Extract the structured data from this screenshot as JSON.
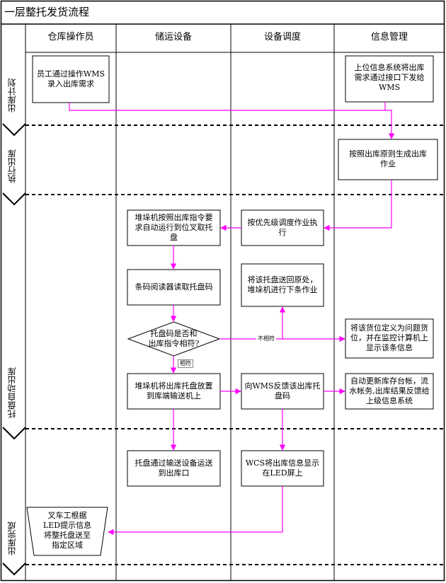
{
  "title": "一层整托发货流程",
  "lanes": [
    "仓库操作员",
    "储运设备",
    "设备调度",
    "信息管理"
  ],
  "phases": [
    "出库计划",
    "执行出库",
    "托盘自动出库",
    "出库完成"
  ],
  "nodes": {
    "wms_input": "员工通过操作WMS\n录入出库需求",
    "upper_system": "上位信息系统将出库\n需求通过接口下发给\nWMS",
    "generate_job": "按照出库原则生成出库\n作业",
    "priority_exec": "按优先级调度作业执\n行",
    "stacker_fetch": "堆垛机按照出库指令要\n求自动运行到位叉取托\n盘",
    "barcode_read": "条码阅读器读取托盘码",
    "return_pallet": "将该托盘送回原处，\n堆垛机进行下条作业",
    "decision": "托盘码是否和\n出库指令相符?",
    "problem_loc": "将该货位定义为问题货\n位，并在监控计算机上\n显示该条信息",
    "stacker_put": "堆垛机将出库托盘放置\n到库端输送机上",
    "wms_feedback": "向WMS反馈该出库托\n盘码",
    "update_stock": "自动更新库存台帐，流\n水帐务,出库结果反馈给\n上级信息系统",
    "conveyor": "托盘通过输送设备运送\n到出库口",
    "led_show": "WCS将出库信息显示\n在LED屏上",
    "forklift": "叉车工根据\nLED提示信息\n将整托盘送至\n指定区域"
  },
  "edge_labels": {
    "no_match": "不相符",
    "match": "相符"
  },
  "colors": {
    "arrow": "#ff00ff",
    "line": "#000000"
  }
}
